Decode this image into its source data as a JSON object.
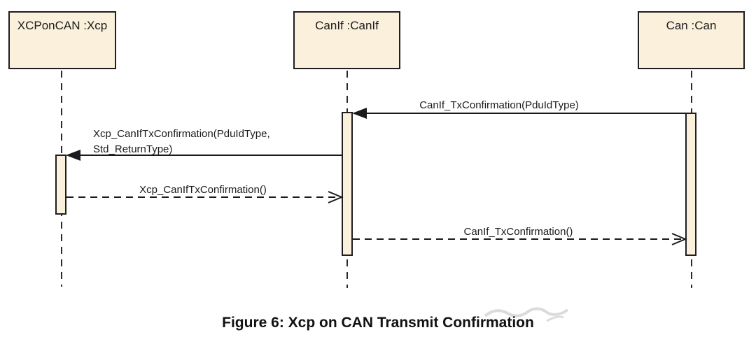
{
  "diagram": {
    "caption": "Figure 6: Xcp on CAN Transmit Confirmation",
    "actors": [
      {
        "id": "xcp",
        "label": "XCPonCAN :Xcp"
      },
      {
        "id": "canif",
        "label": "CanIf :CanIf"
      },
      {
        "id": "can",
        "label": "Can :Can"
      }
    ],
    "messages": [
      {
        "from": "Can",
        "to": "CanIf",
        "style": "solid-call",
        "label": "CanIf_TxConfirmation(PduIdType)"
      },
      {
        "from": "CanIf",
        "to": "Xcp",
        "style": "solid-call",
        "label": "Xcp_CanIfTxConfirmation(PduIdType,",
        "label_line2": "Std_ReturnType)"
      },
      {
        "from": "Xcp",
        "to": "CanIf",
        "style": "dashed-return",
        "label": "Xcp_CanIfTxConfirmation()"
      },
      {
        "from": "CanIf",
        "to": "Can",
        "style": "dashed-return",
        "label": "CanIf_TxConfirmation()"
      }
    ],
    "colors": {
      "box_fill": "#faf0dc",
      "border": "#1f1f1f",
      "line": "#1a1a1a",
      "background": "#ffffff",
      "text": "#1a1a1a"
    }
  }
}
